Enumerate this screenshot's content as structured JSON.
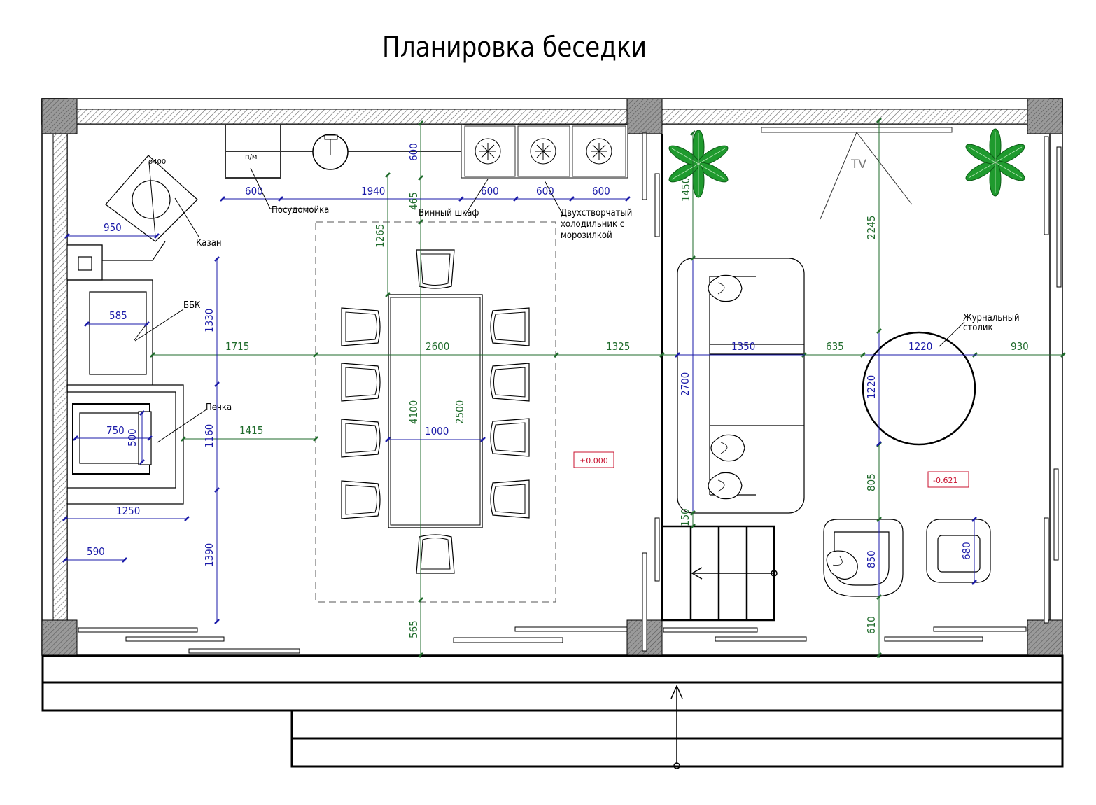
{
  "title": "Планировка беседки",
  "colors": {
    "blue_dims": "#1a1aa8",
    "green_dims": "#1f6b2b",
    "elevation": "#c8102e",
    "plant": "#1f9a2e"
  },
  "labels": {
    "pm": "п/м",
    "kazan_dia": "ø400",
    "kazan": "Казан",
    "bbk": "ББК",
    "pechka": "Печка",
    "posudomoyka": "Посудомойка",
    "vinny_shkaf": "Винный шкаф",
    "fridge_l1": "Двухстворчатый",
    "fridge_l2": "холодильник с",
    "fridge_l3": "морозилкой",
    "table_l1": "Журнальный",
    "table_l2": "столик",
    "tv": "TV"
  },
  "elevations": {
    "kitchen": "±0.000",
    "lounge": "-0.621"
  },
  "dims_blue": {
    "d600a": "600",
    "d1940": "1940",
    "d600b": "600",
    "d600c": "600",
    "d600d": "600",
    "d600v": "600",
    "d950": "950",
    "d585": "585",
    "d750": "750",
    "d500": "500",
    "d1250": "1250",
    "d590": "590",
    "d1000": "1000",
    "d1330": "1330",
    "d1160": "1160",
    "d1390": "1390",
    "d2700": "2700",
    "d1350": "1350",
    "d1220h": "1220",
    "d1220v": "1220",
    "d850": "850",
    "d680": "680"
  },
  "dims_green": {
    "d1715": "1715",
    "d2600": "2600",
    "d1325": "1325",
    "d1415": "1415",
    "d465": "465",
    "d1265": "1265",
    "d4100": "4100",
    "d2500": "2500",
    "d565": "565",
    "d1450": "1450",
    "d2245": "2245",
    "d635": "635",
    "d930": "930",
    "d805": "805",
    "d610": "610",
    "d150": "150"
  }
}
